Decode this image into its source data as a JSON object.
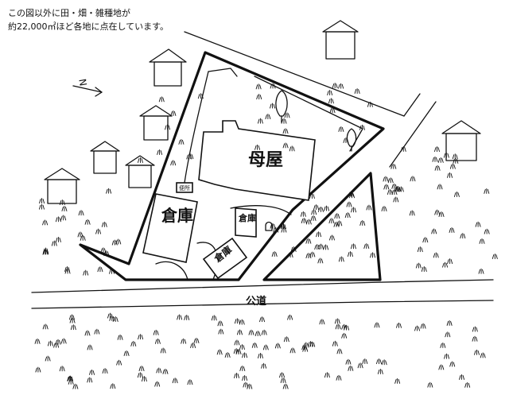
{
  "note": {
    "line1": "この図以外に田・畑・雑種地が",
    "line2": "約22,000㎡ほど各地に点在しています。"
  },
  "labels": {
    "main_house": "母屋",
    "warehouse_large": "倉庫",
    "warehouse_small_1": "倉庫",
    "warehouse_small_2": "倉庫",
    "toilet": "便所",
    "public_road": "公道",
    "north": "N"
  }
}
